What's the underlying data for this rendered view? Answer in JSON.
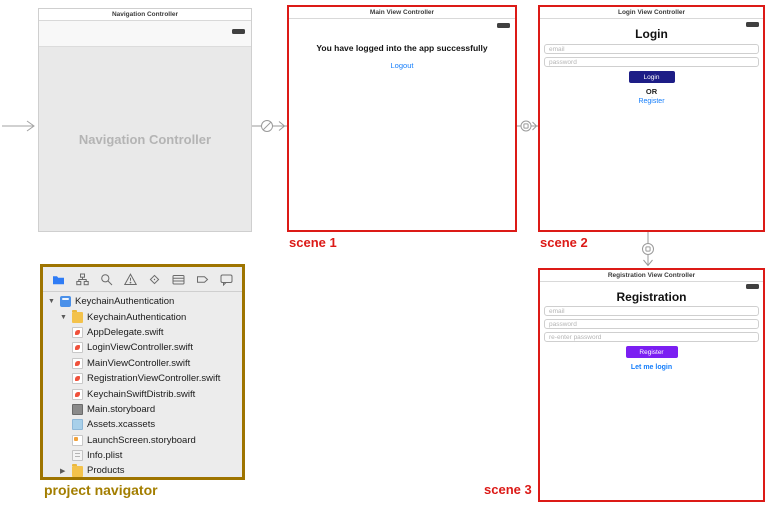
{
  "nav_controller": {
    "title_bar": "Navigation Controller",
    "body_label": "Navigation Controller"
  },
  "scene1": {
    "title_bar": "Main View Controller",
    "message": "You have logged into the app successfully",
    "logout_link": "Logout",
    "caption": "scene 1"
  },
  "scene2": {
    "title_bar": "Login View Controller",
    "heading": "Login",
    "email_placeholder": "email",
    "password_placeholder": "password",
    "login_button": "Login",
    "or_label": "OR",
    "register_link": "Register",
    "caption": "scene 2"
  },
  "scene3": {
    "title_bar": "Registration View Controller",
    "heading": "Registration",
    "email_placeholder": "email",
    "password_placeholder": "password",
    "reenter_placeholder": "re-enter password",
    "register_button": "Register",
    "login_link": "Let me login",
    "caption": "scene 3"
  },
  "navigator": {
    "caption": "project navigator",
    "toolbar_icons": [
      "project-navigator-icon",
      "source-control-icon",
      "search-icon",
      "issue-navigator-icon",
      "test-navigator-icon",
      "debug-navigator-icon",
      "breakpoint-navigator-icon",
      "report-navigator-icon"
    ],
    "tree": [
      {
        "label": "KeychainAuthentication",
        "icon": "xcodeproj",
        "disclosure": "open",
        "indent": 0
      },
      {
        "label": "KeychainAuthentication",
        "icon": "folder",
        "disclosure": "open",
        "indent": 1
      },
      {
        "label": "AppDelegate.swift",
        "icon": "swift",
        "indent": 2
      },
      {
        "label": "LoginViewController.swift",
        "icon": "swift",
        "indent": 2
      },
      {
        "label": "MainViewController.swift",
        "icon": "swift",
        "indent": 2
      },
      {
        "label": "RegistrationViewController.swift",
        "icon": "swift",
        "indent": 2
      },
      {
        "label": "KeychainSwiftDistrib.swift",
        "icon": "swift",
        "indent": 2
      },
      {
        "label": "Main.storyboard",
        "icon": "storyboard",
        "indent": 2
      },
      {
        "label": "Assets.xcassets",
        "icon": "xcassets",
        "indent": 2
      },
      {
        "label": "LaunchScreen.storyboard",
        "icon": "launch-storyboard",
        "indent": 2
      },
      {
        "label": "Info.plist",
        "icon": "plist",
        "indent": 2
      },
      {
        "label": "Products",
        "icon": "folder",
        "disclosure": "closed",
        "indent": 1
      }
    ]
  },
  "colors": {
    "scene_border_red": "#dc1a17",
    "caption_red": "#dc1a17",
    "navigator_border_gold": "#9e7400",
    "navigator_caption_gold": "#a37e00",
    "link_blue": "#157efb",
    "login_button_navy": "#1d1d86",
    "register_button_purple": "#7b1ff2"
  }
}
